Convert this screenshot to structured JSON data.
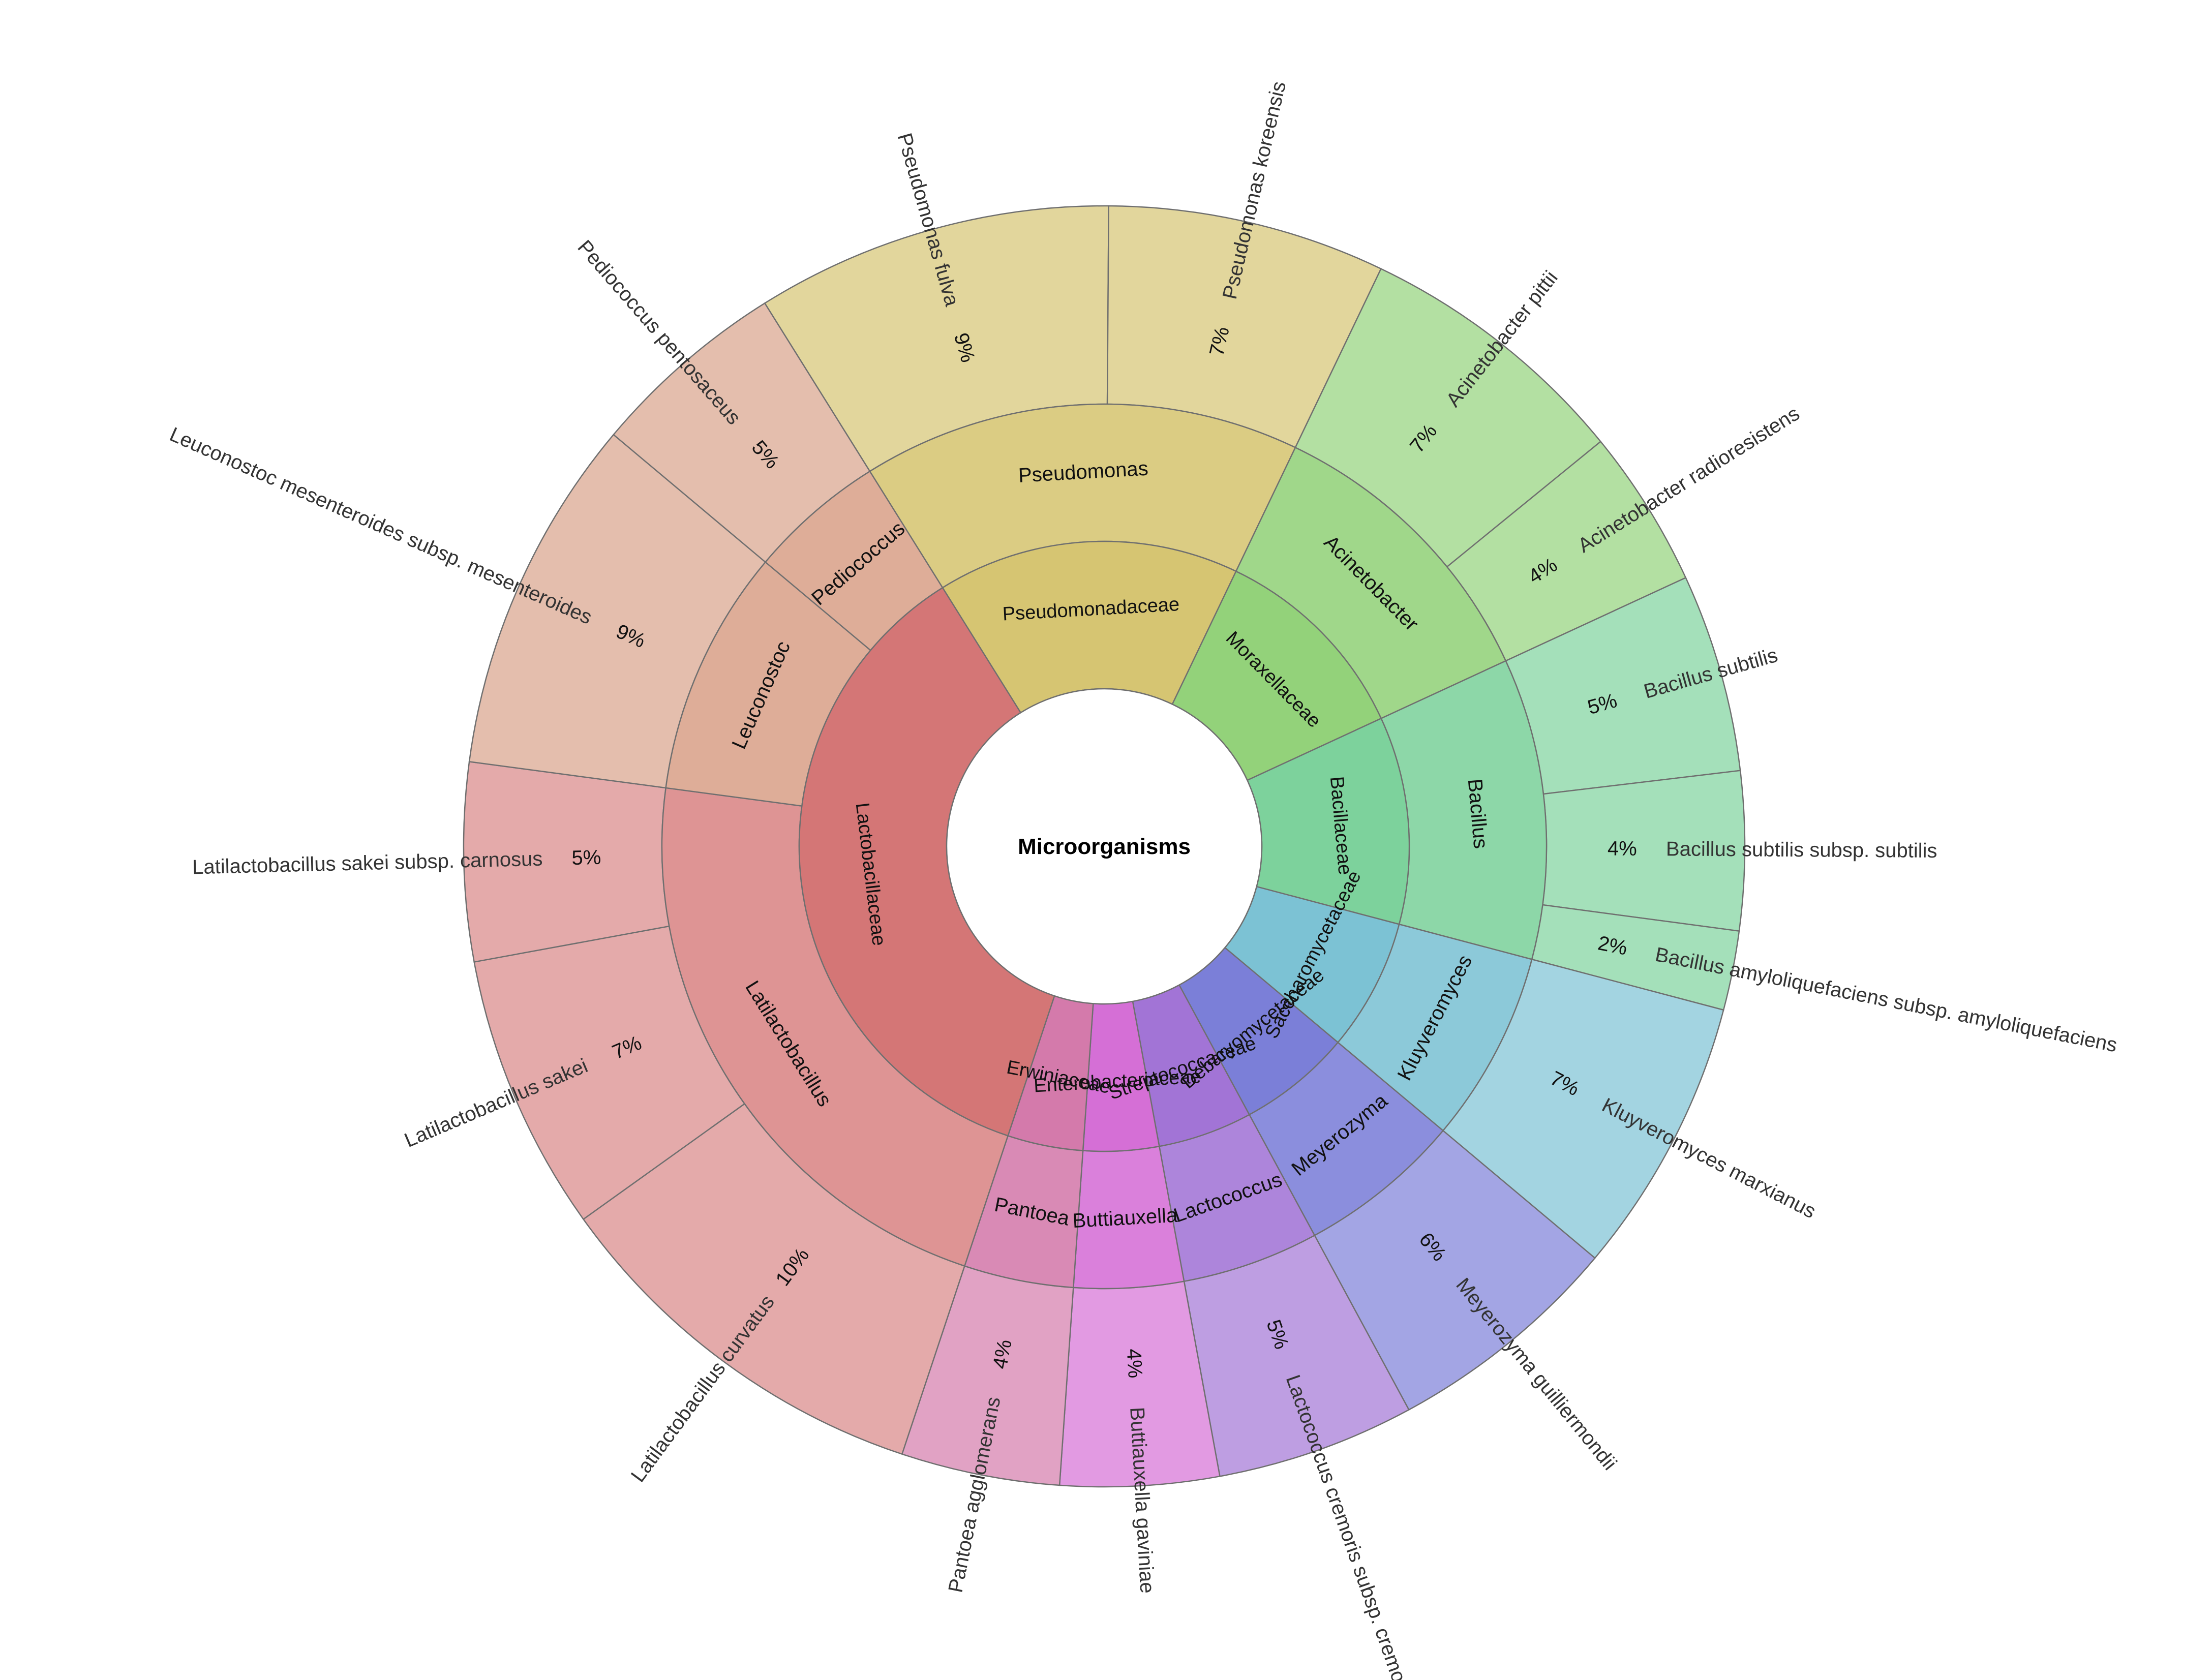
{
  "chart_data": {
    "type": "sunburst",
    "center_label": "Microorganisms",
    "families": [
      {
        "name": "Pseudomonadaceae",
        "color": "#d6c572",
        "genera": [
          {
            "name": "Pseudomonas",
            "species": [
              {
                "name": "Pseudomonas fulva",
                "percent_label": "9%",
                "value": 9
              },
              {
                "name": "Pseudomonas koreensis",
                "percent_label": "7%",
                "value": 7
              }
            ]
          }
        ]
      },
      {
        "name": "Moraxellaceae",
        "color": "#93d27a",
        "genera": [
          {
            "name": "Acinetobacter",
            "species": [
              {
                "name": "Acinetobacter pittii",
                "percent_label": "7%",
                "value": 7
              },
              {
                "name": "Acinetobacter radioresistens",
                "percent_label": "4%",
                "value": 4
              }
            ]
          }
        ]
      },
      {
        "name": "Bacillaceae",
        "color": "#7dd29c",
        "genera": [
          {
            "name": "Bacillus",
            "species": [
              {
                "name": "Bacillus subtilis",
                "percent_label": "5%",
                "value": 5
              },
              {
                "name": "Bacillus subtilis subsp. subtilis",
                "percent_label": "4%",
                "value": 4
              },
              {
                "name": "Bacillus amyloliquefaciens subsp. amyloliquefaciens",
                "percent_label": "2%",
                "value": 2
              }
            ]
          }
        ]
      },
      {
        "name": "Saccharomycetaceae",
        "color": "#7cc2d4",
        "genera": [
          {
            "name": "Kluyveromyces",
            "species": [
              {
                "name": "Kluyveromyces marxianus",
                "percent_label": "7%",
                "value": 7
              }
            ]
          }
        ]
      },
      {
        "name": "Debaryomycetaceae",
        "color": "#7b7fd8",
        "genera": [
          {
            "name": "Meyerozyma",
            "species": [
              {
                "name": "Meyerozyma guilliermondii",
                "percent_label": "6%",
                "value": 6
              }
            ]
          }
        ]
      },
      {
        "name": "Streptococcaceae",
        "color": "#a274d6",
        "genera": [
          {
            "name": "Lactococcus",
            "species": [
              {
                "name": "Lactococcus cremoris subsp. cremoris",
                "percent_label": "5%",
                "value": 5
              }
            ]
          }
        ]
      },
      {
        "name": "Enterobacteriaceae",
        "color": "#d56fd6",
        "genera": [
          {
            "name": "Buttiauxella",
            "species": [
              {
                "name": "Buttiauxella gaviniae",
                "percent_label": "4%",
                "value": 4
              }
            ]
          }
        ]
      },
      {
        "name": "Erwiniaceae",
        "color": "#d47aab",
        "genera": [
          {
            "name": "Pantoea",
            "species": [
              {
                "name": "Pantoea agglomerans",
                "percent_label": "4%",
                "value": 4
              }
            ]
          }
        ]
      },
      {
        "name": "Lactobacillaceae",
        "color": "#d47676",
        "genera": [
          {
            "name": "Latilactobacillus",
            "color": "#d98585",
            "species": [
              {
                "name": "Latilactobacillus curvatus",
                "percent_label": "10%",
                "value": 10
              },
              {
                "name": "Latilactobacillus sakei",
                "percent_label": "7%",
                "value": 7
              },
              {
                "name": "Latilactobacillus sakei subsp. carnosus",
                "percent_label": "5%",
                "value": 5
              }
            ]
          },
          {
            "name": "Leuconostoc",
            "color": "#d9a28a",
            "species": [
              {
                "name": "Leuconostoc mesenteroides subsp. mesenteroides",
                "percent_label": "9%",
                "value": 9
              }
            ]
          },
          {
            "name": "Pediococcus",
            "color": "#d9a28a",
            "species": [
              {
                "name": "Pediococcus pentosaceus",
                "percent_label": "5%",
                "value": 5
              }
            ]
          }
        ]
      }
    ]
  }
}
